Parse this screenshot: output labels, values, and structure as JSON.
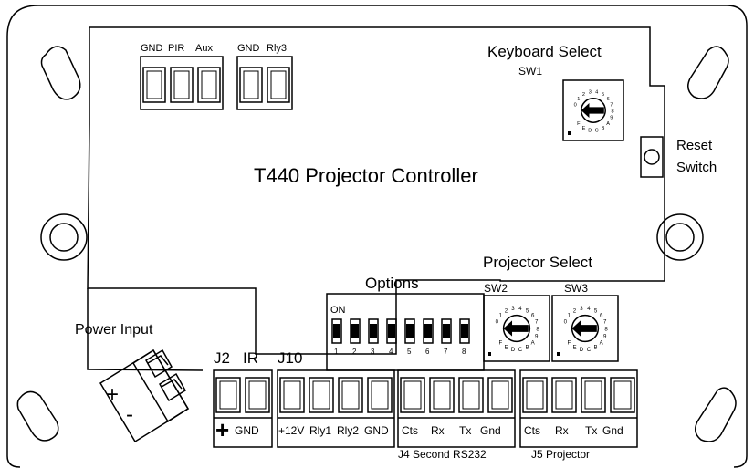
{
  "board": {
    "title": "T440 Projector Controller",
    "keyboard_select": "Keyboard Select",
    "sw1": "SW1",
    "reset_line1": "Reset",
    "reset_line2": "Switch",
    "options": "Options",
    "dip_on": "ON",
    "dip_numbers": [
      "1",
      "2",
      "3",
      "4",
      "5",
      "6",
      "7",
      "8"
    ],
    "projector_select": "Projector Select",
    "sw2": "SW2",
    "sw3": "SW3",
    "power_input": "Power Input",
    "power_plus": "+",
    "power_minus": "-",
    "j2": "J2",
    "ir": "IR",
    "j10": "J10",
    "j4_label": "J4 Second RS232",
    "j5_label": "J5 Projector"
  },
  "top_left_terminals": {
    "gnd": "GND",
    "pir": "PIR",
    "aux": "Aux"
  },
  "top_right_terminals": {
    "gnd": "GND",
    "rly3": "Rly3"
  },
  "j2_pins": {
    "plus": "+",
    "gnd": "GND"
  },
  "j10_pins": {
    "v12": "+12V",
    "rly1": "Rly1",
    "rly2": "Rly2",
    "gnd": "GND"
  },
  "j4_pins": {
    "cts": "Cts",
    "rx": "Rx",
    "tx": "Tx",
    "gnd": "Gnd"
  },
  "j5_pins": {
    "cts": "Cts",
    "rx": "Rx",
    "tx": "Tx",
    "gnd": "Gnd"
  },
  "rotary_digits": [
    "0",
    "1",
    "2",
    "3",
    "4",
    "5",
    "6",
    "7",
    "8",
    "9",
    "A",
    "B",
    "C",
    "D",
    "E",
    "F"
  ]
}
